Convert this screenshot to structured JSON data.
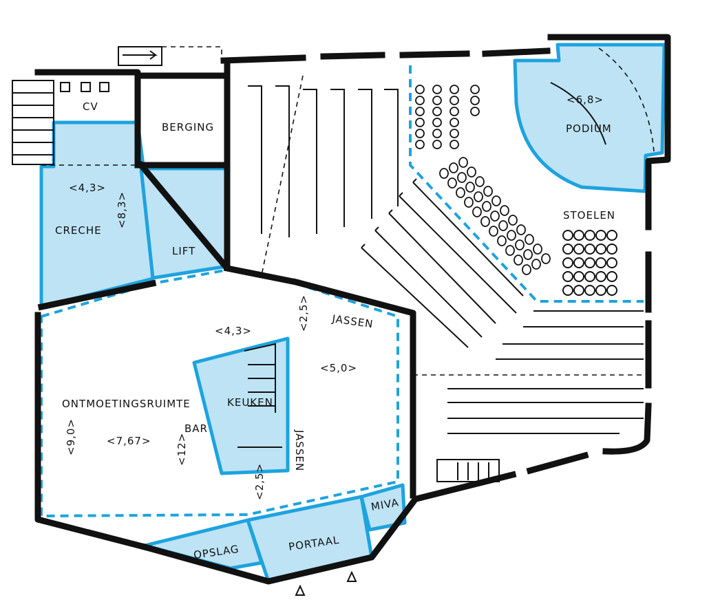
{
  "colors": {
    "zone_fill": "#bde3f5",
    "zone_stroke": "#1ea3de",
    "wall": "#111111"
  },
  "rooms": {
    "cv": "CV",
    "berging": "BERGING",
    "creche": "CRECHE",
    "creche_dim_w": "<4,3>",
    "creche_dim_h": "<8,3>",
    "lift": "LIFT",
    "podium": "PODIUM",
    "podium_dim": "<6,8>",
    "stoelen": "STOELEN",
    "jassen_top": "JASSEN",
    "jassen_side": "JASSEN",
    "dim_43": "<4,3>",
    "dim_25_top": "<2,5>",
    "dim_50": "<5,0>",
    "keuken": "KEUKEN",
    "ontmoetingsruimte": "ONTMOETINGSRUIMTE",
    "bar": "BAR",
    "dim_767": "<7,67>",
    "dim_12": "<12>",
    "dim_90": "<9,0>",
    "dim_25_bottom": "<2,5>",
    "opslag": "OPSLAG",
    "portaal": "PORTAAL",
    "miva": "MIVA"
  }
}
